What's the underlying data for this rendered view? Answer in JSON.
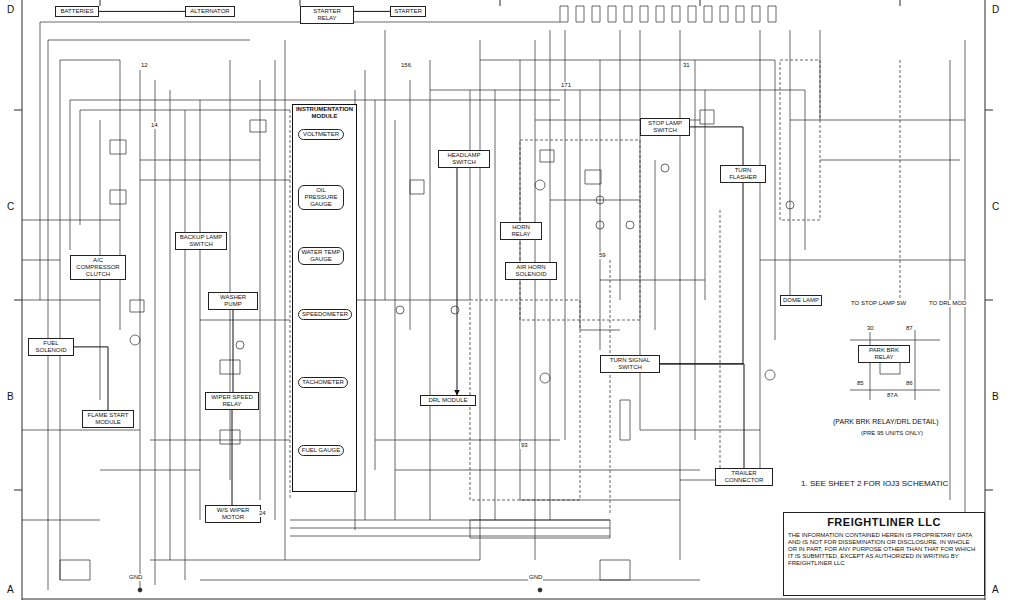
{
  "diagram": {
    "nodes": [
      {
        "text": [
          "BATTERIES"
        ]
      },
      {
        "text": [
          "ALTERNATOR"
        ]
      },
      {
        "text": [
          "STARTER RELAY"
        ]
      },
      {
        "text": [
          "STARTER"
        ]
      },
      {
        "text": [
          "FUEL SOLENOID"
        ]
      },
      {
        "text": [
          "FLAME START MODULE"
        ]
      },
      {
        "text": [
          "A/C COMPRESSOR CLUTCH"
        ]
      },
      {
        "text": [
          "BACKUP LAMP SWITCH"
        ]
      },
      {
        "text": [
          "INSTRUMENTATION MODULE"
        ]
      },
      {
        "text": [
          "VOLTMETER"
        ],
        "in": 8
      },
      {
        "text": [
          "OIL PRESSURE GAUGE"
        ],
        "in": 8
      },
      {
        "text": [
          "WATER TEMP GAUGE"
        ],
        "in": 8
      },
      {
        "text": [
          "SPEEDOMETER"
        ],
        "in": 8
      },
      {
        "text": [
          "TACHOMETER"
        ],
        "in": 8
      },
      {
        "text": [
          "FUEL GAUGE"
        ],
        "in": 8
      },
      {
        "text": [
          "WASHER PUMP"
        ]
      },
      {
        "text": [
          "WIPER SPEED RELAY"
        ]
      },
      {
        "text": [
          "W/S WIPER MOTOR"
        ]
      },
      {
        "text": [
          "HEADLAMP SWITCH"
        ]
      },
      {
        "text": [
          "DRL MODULE"
        ]
      },
      {
        "text": [
          "HORN RELAY"
        ]
      },
      {
        "text": [
          "AIR HORN SOLENOID"
        ]
      },
      {
        "text": [
          "STOP LAMP SWITCH"
        ]
      },
      {
        "text": [
          "TURN FLASHER"
        ]
      },
      {
        "text": [
          "DOME LAMP"
        ]
      },
      {
        "text": [
          "TURN SIGNAL SWITCH"
        ]
      },
      {
        "text": [
          "TRAILER CONNECTOR"
        ]
      },
      {
        "text": [
          "PARK BRK RELAY"
        ]
      },
      {
        "text": [
          "FREIGHTLINER LLC",
          "THE INFORMATION CONTAINED HEREIN IS PROPRIETARY DATA AND IS NOT FOR DISSEMINATION OR DISCLOSURE, IN WHOLE OR IN PART, FOR ANY PURPOSE OTHER THAN THAT FOR WHICH IT IS SUBMITTED, EXCEPT AS AUTHORIZED IN WRITING BY FREIGHTLINER LLC"
        ]
      }
    ],
    "edges": [
      {
        "from": 0,
        "to": 1,
        "arrow": "none"
      },
      {
        "from": 2,
        "to": 3,
        "arrow": "none"
      },
      {
        "from": 4,
        "to": 5,
        "arrow": "none"
      },
      {
        "from": 15,
        "to": 16,
        "arrow": "none"
      },
      {
        "from": 16,
        "to": 17,
        "arrow": "none"
      },
      {
        "from": 18,
        "to": 19,
        "arrow": "to"
      },
      {
        "from": 22,
        "to": 23,
        "arrow": "none"
      },
      {
        "from": 25,
        "to": 23,
        "arrow": "none"
      },
      {
        "from": 25,
        "to": 26,
        "arrow": "none"
      }
    ],
    "labels": [
      "D",
      "C",
      "B",
      "A",
      "D",
      "C",
      "B",
      "A",
      "(PARK BRK RELAY/DRL DETAIL)",
      "(PRE 95 UNITS ONLY)",
      "1. SEE SHEET 2 FOR IOJ3 SCHEMATIC",
      "TO STOP LAMP SW",
      "TO DRL MOD",
      "30",
      "87",
      "85",
      "86",
      "12",
      "14",
      "156",
      "171",
      "24",
      "93",
      "59",
      "GND",
      "GND",
      "31",
      "87A"
    ]
  }
}
